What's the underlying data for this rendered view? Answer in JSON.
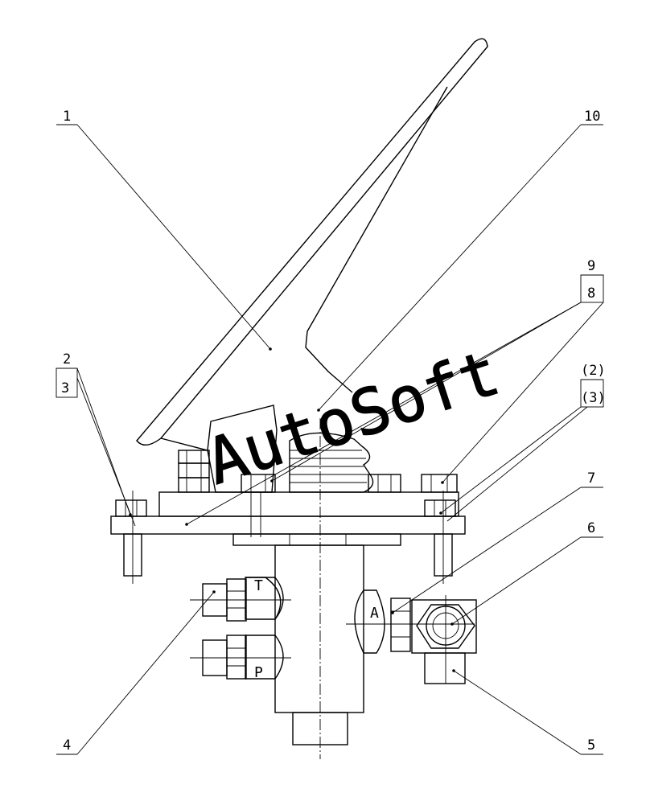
{
  "labels": {
    "l1": "1",
    "l10": "10",
    "l9": "9",
    "l8": "8",
    "l2": "2",
    "l3": "3",
    "l2p": "(2)",
    "l3p": "(3)",
    "l7": "7",
    "l6": "6",
    "l4": "4",
    "l5": "5"
  },
  "ports": {
    "t": "T",
    "p": "P",
    "a": "A"
  },
  "watermark": "AutoSoft"
}
